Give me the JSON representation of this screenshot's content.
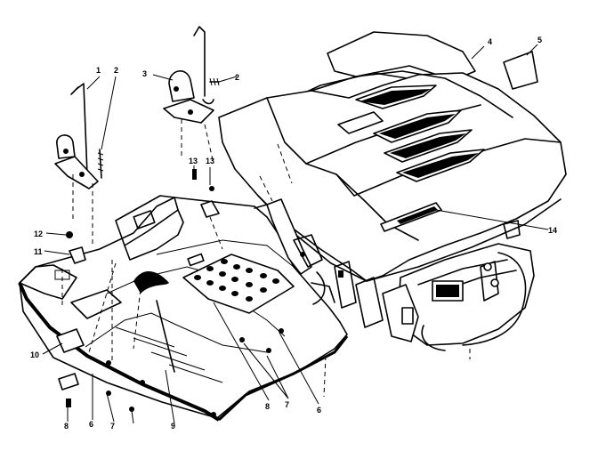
{
  "callouts": {
    "c1": "1",
    "c2a": "2",
    "c2b": "2",
    "c3": "3",
    "c4": "4",
    "c5": "5",
    "c6a": "6",
    "c6b": "6",
    "c7a": "7",
    "c7b": "7",
    "c8a": "8",
    "c8b": "8",
    "c9": "9",
    "c10": "10",
    "c11": "11",
    "c12": "12",
    "c13a": "13",
    "c13b": "13",
    "c14": "14"
  }
}
